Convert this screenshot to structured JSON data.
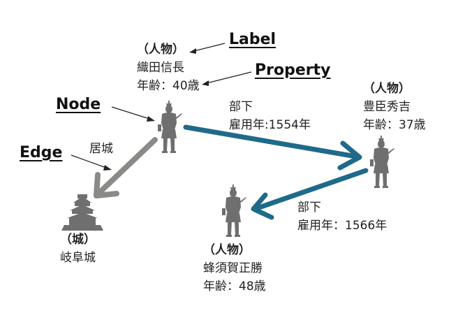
{
  "annotations": {
    "label": "Label",
    "property": "Property",
    "node": "Node",
    "edge": "Edge"
  },
  "nodes": {
    "nobunaga": {
      "label": "（人物）",
      "name": "織田信長",
      "age": "年齢：40歳"
    },
    "hideyoshi": {
      "label": "（人物）",
      "name": "豊臣秀吉",
      "age": "年齢：37歳"
    },
    "hachisuka": {
      "label": "（人物）",
      "name": "蜂須賀正勝",
      "age": "年齢：48歳"
    },
    "castle": {
      "label": "（城）",
      "name": "岐阜城"
    }
  },
  "edges": {
    "castle_edge": {
      "label": "居城"
    },
    "edge_hideyoshi": {
      "label": "部下",
      "property": "雇用年:1554年"
    },
    "edge_hachisuka": {
      "label": "部下",
      "property": "雇用年：1566年"
    }
  },
  "colors": {
    "edge_person": "#1f6a8a",
    "edge_castle": "#8a8a86",
    "figure": "#6f6f6f"
  },
  "icons": {
    "samurai": "samurai-icon",
    "castle": "castle-icon"
  }
}
